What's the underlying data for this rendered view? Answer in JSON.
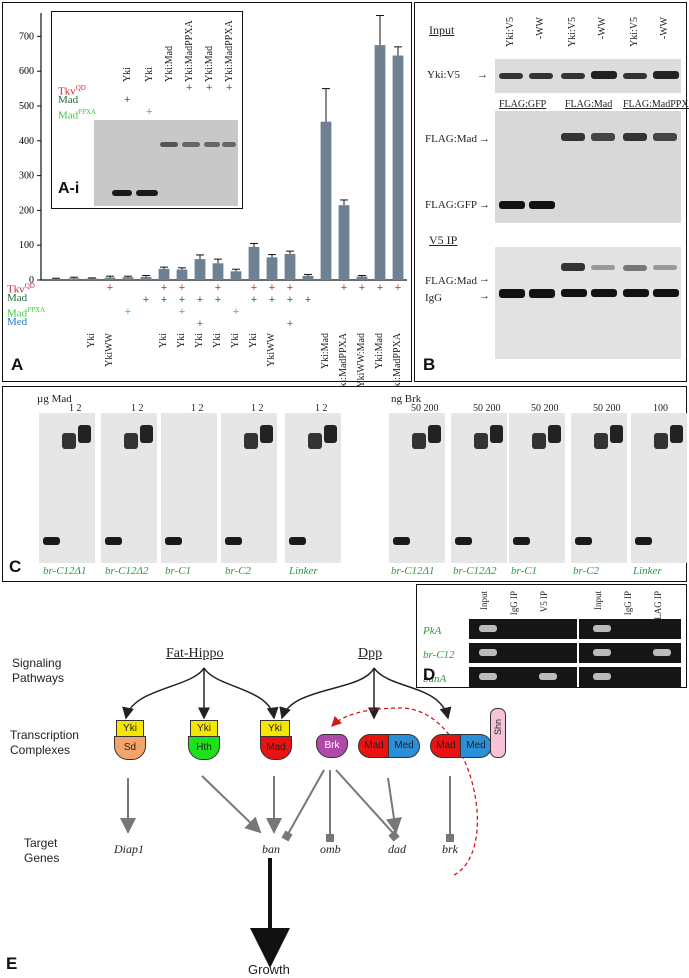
{
  "panelA": {
    "label": "A",
    "inset_label": "A-i",
    "y_ticks": [
      "0",
      "100",
      "200",
      "300",
      "400",
      "500",
      "600",
      "700"
    ],
    "row_labels": {
      "tkv": "Tkv<sup>QD</sup>",
      "mad": "Mad",
      "madppxa": "Mad<sup>PPXA</sup>",
      "med": "Med"
    },
    "inset_lane_labels": [
      "Yki",
      "Yki",
      "Yki:Mad",
      "Yki:MadPPXA",
      "Yki:Mad",
      "Yki:MadPPXA"
    ],
    "x_labels": [
      "Yki",
      "YkiWW",
      "Yki",
      "Yki",
      "Yki",
      "Yki",
      "Yki",
      "Yki",
      "YkiWW",
      "Yki:Mad",
      "Yki:MadPPXA",
      "YkiWW:Mad",
      "Yki:Mad",
      "Yki:MadPPXA"
    ]
  },
  "chart_data": {
    "type": "bar",
    "ylim": [
      0,
      750
    ],
    "values": [
      3,
      5,
      4,
      7,
      8,
      9,
      32,
      30,
      60,
      48,
      25,
      95,
      65,
      75,
      12,
      455,
      215,
      10,
      675,
      645
    ],
    "errors": [
      2,
      3,
      2,
      4,
      3,
      4,
      5,
      5,
      12,
      12,
      6,
      10,
      8,
      8,
      4,
      95,
      15,
      3,
      85,
      25
    ]
  },
  "panelB": {
    "label": "B",
    "input_title": "Input",
    "ip_title": "V5 IP",
    "lane_labels": [
      "Yki:V5",
      "-WW",
      "Yki:V5",
      "-WW",
      "Yki:V5",
      "-WW"
    ],
    "group_labels": [
      "FLAG:GFP",
      "FLAG:Mad",
      "FLAG:MadPPXA"
    ],
    "row_ykiv5": "Yki:V5",
    "row_flagmad": "FLAG:Mad",
    "row_flaggfp": "FLAG:GFP",
    "row_flagmad2": "FLAG:Mad",
    "row_igg": "IgG"
  },
  "panelC": {
    "label": "C",
    "left_title": "µg Mad",
    "right_title": "ng Brk",
    "left_amounts": [
      "1",
      "2"
    ],
    "right_amounts": [
      "50",
      "200"
    ],
    "linker_amount": "100",
    "probe_names": [
      "br-C12Δ1",
      "br-C12Δ2",
      "br-C1",
      "br-C2",
      "Linker"
    ]
  },
  "panelD": {
    "label": "D",
    "lanes": [
      "Input",
      "IgG IP",
      "V5 IP",
      "Input",
      "IgG IP",
      "FLAG IP"
    ],
    "rows": [
      "PkA",
      "br-C12",
      "banA"
    ]
  },
  "panelE": {
    "label": "E",
    "signaling": [
      "Signaling",
      "Pathways"
    ],
    "transcription": [
      "Transcription",
      "Complexes"
    ],
    "target": [
      "Target",
      "Genes"
    ],
    "fat_hippo": "Fat-Hippo",
    "dpp": "Dpp",
    "nodes": {
      "yki1": "Yki",
      "sd": "Sd",
      "yki2": "Yki",
      "hth": "Hth",
      "yki3": "Yki",
      "mad1": "Mad",
      "brk": "Brk",
      "mad2": "Mad",
      "med2": "Med",
      "mad3": "Mad",
      "med3": "Med",
      "shn": "Shn"
    },
    "genes": [
      "Diap1",
      "ban",
      "omb",
      "dad",
      "brk"
    ],
    "growth": "Growth",
    "colors": {
      "yki": "#f5e600",
      "sd": "#f4a46a",
      "hth": "#1ee01e",
      "mad": "#e81313",
      "brk": "#b04aa8",
      "med": "#2a8fd6",
      "shn": "#f6c3d8",
      "red_dash": "#d21a1a"
    }
  }
}
